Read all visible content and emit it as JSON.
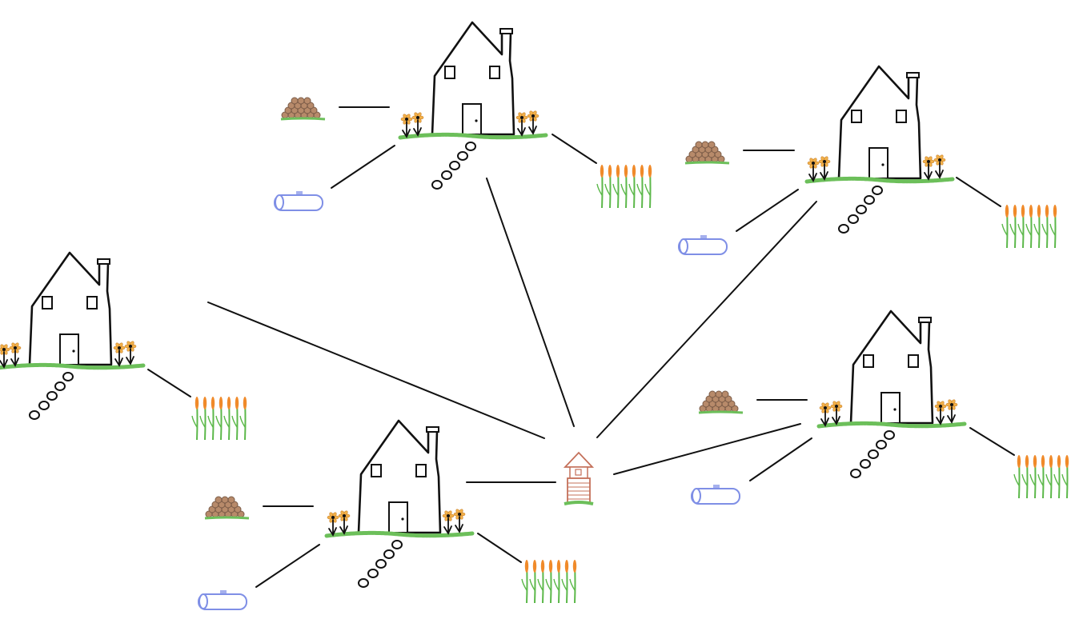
{
  "colors": {
    "ink": "#111111",
    "grass": "#6cbf5a",
    "corn_stalk": "#5cb84a",
    "corn_tassel": "#f08a2a",
    "flower_petal": "#f2b14a",
    "woodpile": "#b78a6a",
    "woodpile_edge": "#7b5c48",
    "tank": "#7f8fe6",
    "well_brick": "#c4705a"
  },
  "icons": {
    "house": "house-icon",
    "woodpile": "woodpile-icon",
    "tank": "propane-tank-icon",
    "cornfield": "cornfield-icon",
    "well": "well-icon",
    "flowers": "flowers-icon",
    "stepping_stones": "stepping-stones-icon"
  },
  "homesteads": [
    {
      "id": "homestead-top-center",
      "has_woodpile": true,
      "has_tank": true,
      "has_cornfield": true
    },
    {
      "id": "homestead-top-right",
      "has_woodpile": true,
      "has_tank": true,
      "has_cornfield": true
    },
    {
      "id": "homestead-left",
      "has_woodpile": false,
      "has_tank": false,
      "has_cornfield": true
    },
    {
      "id": "homestead-bottom-center",
      "has_woodpile": true,
      "has_tank": true,
      "has_cornfield": true
    },
    {
      "id": "homestead-right",
      "has_woodpile": true,
      "has_tank": true,
      "has_cornfield": true
    }
  ],
  "well": {
    "id": "shared-well"
  }
}
